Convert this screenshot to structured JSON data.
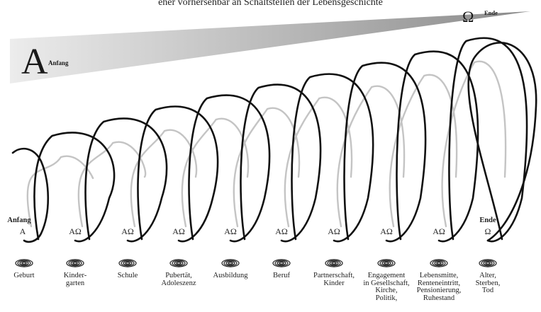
{
  "caption": "eher vorhersehbar an Schaltstellen der Lebensgeschichte",
  "wedge": {
    "start_letter": "A",
    "start_label": "Anfang",
    "end_letter": "Ω",
    "end_label": "Ende"
  },
  "first_node": {
    "title": "Anfang",
    "letter": "A"
  },
  "last_node": {
    "title": "Ende",
    "letter": "Ω"
  },
  "mid_node_letter": "AΩ",
  "milestones": [
    {
      "label": "Geburt"
    },
    {
      "label": "Kinder-\ngarten"
    },
    {
      "label": "Schule"
    },
    {
      "label": "Pubertät,\nAdoleszenz"
    },
    {
      "label": "Ausbildung"
    },
    {
      "label": "Beruf"
    },
    {
      "label": "Partnerschaft,\nKinder"
    },
    {
      "label": "Engagement\nin Gesellschaft,\nKirche,\nPolitik,"
    },
    {
      "label": "Lebensmitte,\nRenteneintritt,\nPensionierung,\nRuhestand"
    },
    {
      "label": "Alter,\nSterben,\nTod"
    }
  ],
  "colors": {
    "loop": "#111111",
    "ghost": "#c4c4c4",
    "wedge_light": "#ececec",
    "wedge_dark": "#8a8a8a"
  }
}
